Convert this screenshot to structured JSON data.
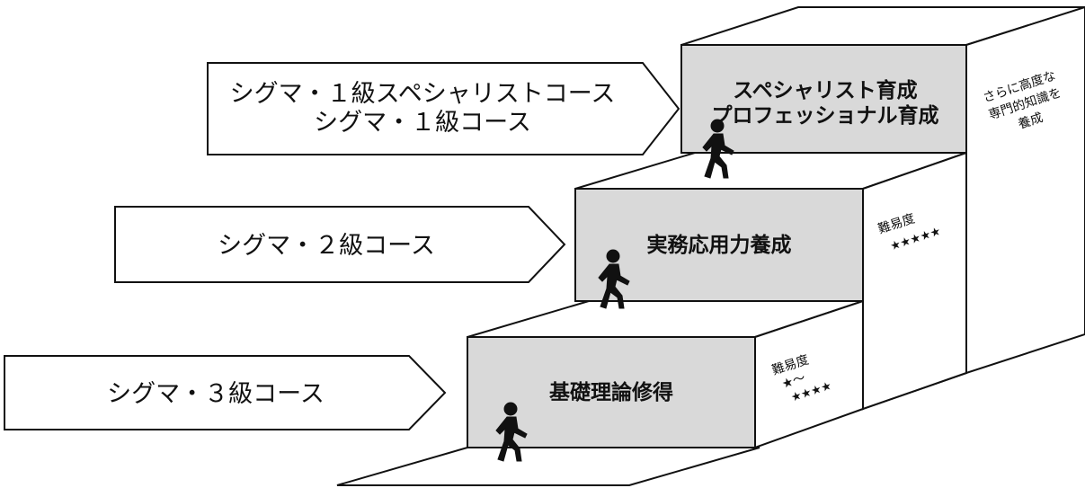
{
  "arrows": {
    "top": {
      "line1": "シグマ・１級スペシャリストコース",
      "line2": "シグマ・１級コース"
    },
    "middle": {
      "label": "シグマ・２級コース"
    },
    "bottom": {
      "label": "シグマ・３級コース"
    }
  },
  "steps": {
    "top": {
      "line1": "スペシャリスト育成",
      "line2": "プロフェッショナル育成"
    },
    "middle": {
      "label": "実務応用力養成"
    },
    "bottom": {
      "label": "基礎理論修得"
    }
  },
  "side_notes": {
    "top": {
      "line1": "さらに高度な",
      "line2": "専門的知識を",
      "line3": "養成"
    },
    "middle": {
      "title": "難易度",
      "stars": "★★★★★"
    },
    "bottom": {
      "title": "難易度",
      "line2": "★～",
      "stars": "★★★★"
    }
  },
  "icons": {
    "walker": "walking-person-icon"
  },
  "colors": {
    "front_face": "#d9d9d9",
    "stroke": "#111111"
  }
}
